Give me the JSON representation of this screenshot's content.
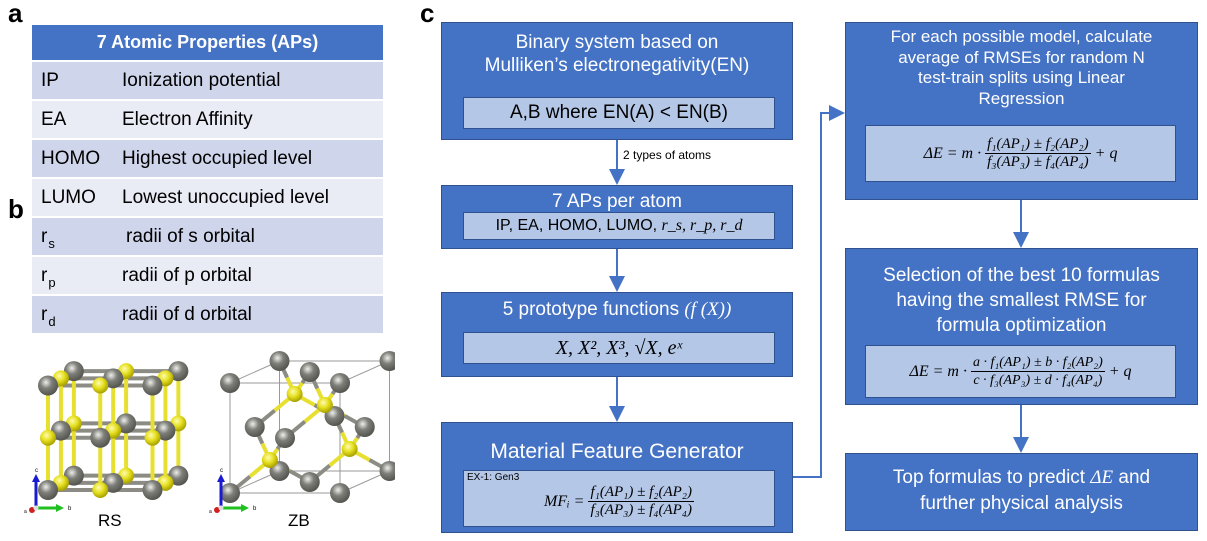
{
  "panels": {
    "a": "a",
    "b": "b",
    "c": "c"
  },
  "table": {
    "title": "7 Atomic Properties (APs)",
    "rows": [
      {
        "abbr": "IP",
        "sub": "",
        "desc": "Ionization potential"
      },
      {
        "abbr": "EA",
        "sub": "",
        "desc": "Electron Affinity"
      },
      {
        "abbr": "HOMO",
        "sub": "",
        "desc": "Highest occupied level"
      },
      {
        "abbr": "LUMO",
        "sub": "",
        "desc": "Lowest unoccupied level"
      },
      {
        "abbr": "r",
        "sub": "s",
        "desc": "radii of s orbital"
      },
      {
        "abbr": "r",
        "sub": "p",
        "desc": "radii of p orbital"
      },
      {
        "abbr": "r",
        "sub": "d",
        "desc": "radii of d orbital"
      }
    ]
  },
  "structures": {
    "rs_label": "RS",
    "zb_label": "ZB",
    "axis_labels": {
      "a": "a",
      "b": "b",
      "c": "c"
    },
    "colors": {
      "cation": "#7f7f7a",
      "anion": "#e6e020",
      "bond_yellow": "#e8e030",
      "bond_gray": "#8c8c85"
    }
  },
  "flow": {
    "box1": {
      "title_line1": "Binary system based on",
      "title_line2": "Mulliken’s electronegativity(EN)",
      "inner": "A,B where EN(A) < EN(B)"
    },
    "arrow1_label": "2 types of atoms",
    "box2": {
      "title": "7 APs per atom",
      "inner_text": "IP, EA, HOMO, LUMO, ",
      "inner_math": "r_s, r_p, r_d"
    },
    "box3": {
      "title_text": "5 prototype functions ",
      "title_math": "(f (X))",
      "inner_math": "X, X², X³, √X, eˣ"
    },
    "box4": {
      "title": "Material Feature Generator",
      "ex_label": "EX-1: Gen3",
      "lhs": "MFᵢ =",
      "num": "f₁(AP₁) ± f₂(AP₂)",
      "den": "f₃(AP₃) ± f₄(AP₄)"
    },
    "box5": {
      "title_lines": [
        "For each possible model, calculate",
        "average of RMSEs for random N",
        "test-train splits using Linear",
        "Regression"
      ],
      "lhs": "ΔE = m ·",
      "num": "f₁(AP₁) ± f₂(AP₂)",
      "den": "f₃(AP₃) ± f₄(AP₄)",
      "rhs": "+ q"
    },
    "box6": {
      "title_lines": [
        "Selection of the best 10 formulas",
        "having the smallest RMSE for",
        "formula optimization"
      ],
      "lhs": "ΔE = m ·",
      "num": "a · f₁(AP₁) ± b · f₂(AP₂)",
      "den": "c · f₃(AP₃) ± d · f₄(AP₄)",
      "rhs": "+ q"
    },
    "box7": {
      "line1_text": "Top formulas to predict ",
      "line1_math": "ΔE",
      "line1_end": " and",
      "line2": "further physical analysis"
    }
  },
  "colors": {
    "box_fill": "#4472c4",
    "inner_fill": "#b4c7e7",
    "table_header": "#4472c4",
    "row_dark": "#cfd5ea",
    "row_light": "#e9ebf5"
  }
}
